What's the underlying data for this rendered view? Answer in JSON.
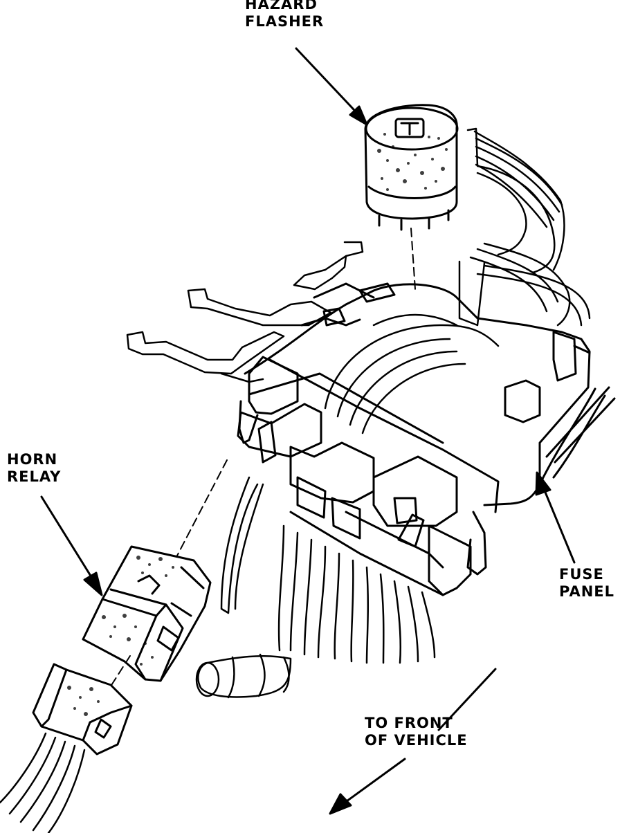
{
  "labels": {
    "hazard_flasher": {
      "line1": "HAZARD",
      "line2": "FLASHER"
    },
    "horn_relay": {
      "line1": "HORN",
      "line2": "RELAY"
    },
    "fuse_panel": {
      "line1": "FUSE",
      "line2": "PANEL"
    },
    "front_of_vehicle": {
      "line1": "TO FRONT",
      "line2": "OF VEHICLE"
    }
  },
  "colors": {
    "ink": "#000000",
    "paper": "#ffffff"
  }
}
